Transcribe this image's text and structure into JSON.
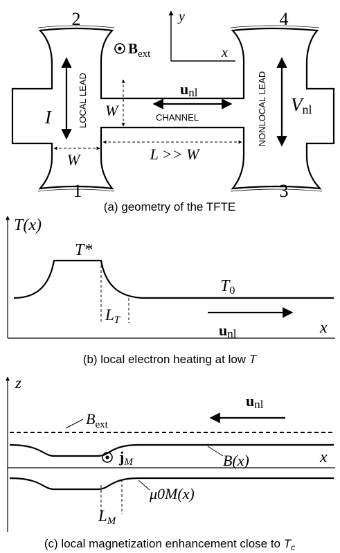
{
  "panel_a": {
    "caption": "(a) geometry of the TFTE",
    "terminal_top_left": "2",
    "terminal_bottom_left": "1",
    "terminal_top_right": "4",
    "terminal_bottom_right": "3",
    "axis_y": "y",
    "axis_x": "x",
    "bext_symbol": "B",
    "bext_sub": "ext",
    "current_label": "I",
    "local_lead": "LOCAL LEAD",
    "nonlocal_lead": "NONLOCAL LEAD",
    "width_label": "W",
    "width_label_bottom": "W",
    "unl_symbol": "u",
    "unl_sub": "nl",
    "channel": "CHANNEL",
    "vnl_symbol": "V",
    "vnl_sub": "nl",
    "length_label": "L >> W"
  },
  "panel_b": {
    "caption_text": "(b) local electron heating at low ",
    "caption_italic": "T",
    "t_of_x": "T(x)",
    "t_star": "T*",
    "t0_symbol": "T",
    "t0_sub": "0",
    "lt_symbol": "L",
    "lt_sub": "T",
    "unl_symbol": "u",
    "unl_sub": "nl",
    "x_axis": "x"
  },
  "panel_c": {
    "caption_text": "(c) local magnetization enhancement close to ",
    "caption_italic": "T",
    "caption_sub": "c",
    "z_axis": "z",
    "bext_symbol": "B",
    "bext_sub": "ext",
    "unl_symbol": "u",
    "unl_sub": "nl",
    "jm_symbol": "j",
    "jm_sub": "M",
    "b_of_x": "B(x)",
    "x_axis": "x",
    "mu_m": "μ0M(x)",
    "lm_symbol": "L",
    "lm_sub": "M"
  }
}
